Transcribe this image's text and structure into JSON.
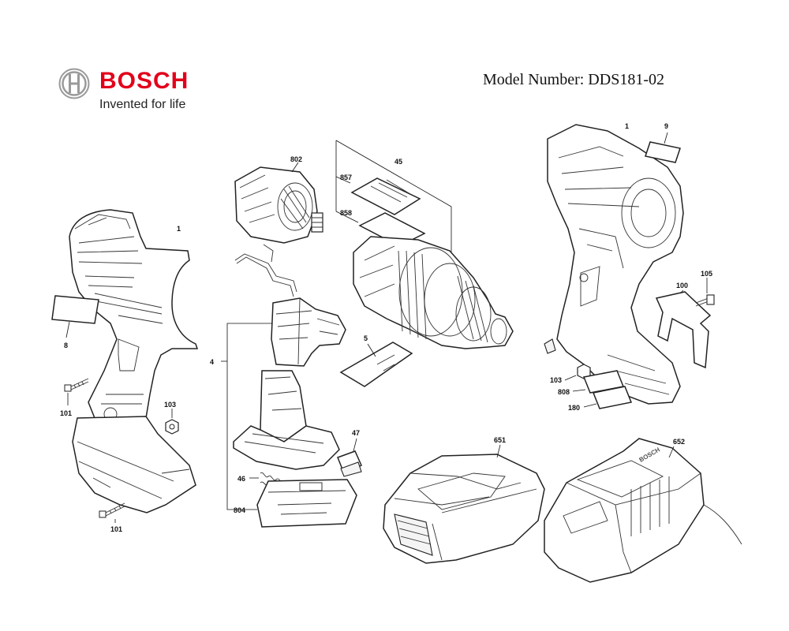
{
  "header": {
    "brand_name": "BOSCH",
    "brand_slogan": "Invented for life",
    "model_number": "Model Number: DDS181-02"
  },
  "part_labels": {
    "p1_left": "1",
    "p8": "8",
    "p101_top": "101",
    "p103_left": "103",
    "p101_bottom": "101",
    "p802": "802",
    "p4": "4",
    "p46": "46",
    "p804": "804",
    "p47": "47",
    "p45": "45",
    "p857": "857",
    "p858": "858",
    "p5": "5",
    "p1_right": "1",
    "p9": "9",
    "p100": "100",
    "p105": "105",
    "p103_right": "103",
    "p808": "808",
    "p180": "180",
    "p651": "651",
    "p652": "652"
  },
  "colors": {
    "brand_red": "#e2001a",
    "line": "#111111"
  }
}
